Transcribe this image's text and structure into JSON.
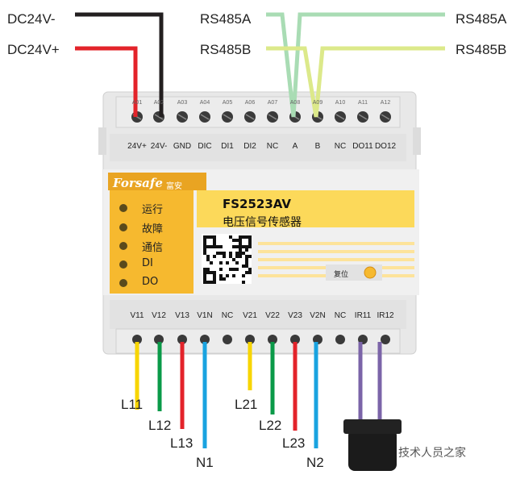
{
  "top_wires": {
    "dc24v_minus": "DC24V-",
    "dc24v_plus": "DC24V+",
    "rs485a_left": "RS485A",
    "rs485b_left": "RS485B",
    "rs485a_right": "RS485A",
    "rs485b_right": "RS485B"
  },
  "top_terminals": [
    {
      "id": "A01",
      "label": "24V+"
    },
    {
      "id": "A02",
      "label": "24V-"
    },
    {
      "id": "A03",
      "label": "GND"
    },
    {
      "id": "A04",
      "label": "DIC"
    },
    {
      "id": "A05",
      "label": "DI1"
    },
    {
      "id": "A06",
      "label": "DI2"
    },
    {
      "id": "A07",
      "label": "NC"
    },
    {
      "id": "A08",
      "label": "A"
    },
    {
      "id": "A09",
      "label": "B"
    },
    {
      "id": "A10",
      "label": "NC"
    },
    {
      "id": "A11",
      "label": "DO11"
    },
    {
      "id": "A12",
      "label": "DO12"
    }
  ],
  "panel": {
    "brand": "Forsafe",
    "brand_cn": "富安",
    "model": "FS2523AV",
    "description": "电压信号传感器",
    "reset_label": "复位"
  },
  "leds": [
    {
      "label": "运行"
    },
    {
      "label": "故障"
    },
    {
      "label": "通信"
    },
    {
      "label": "DI"
    },
    {
      "label": "DO"
    }
  ],
  "bottom_terminals": [
    {
      "label": "V11"
    },
    {
      "label": "V12"
    },
    {
      "label": "V13"
    },
    {
      "label": "V1N"
    },
    {
      "label": "NC"
    },
    {
      "label": "V21"
    },
    {
      "label": "V22"
    },
    {
      "label": "V23"
    },
    {
      "label": "V2N"
    },
    {
      "label": "NC"
    },
    {
      "label": "IR11"
    },
    {
      "label": "IR12"
    }
  ],
  "bottom_wires": [
    {
      "label": "L11"
    },
    {
      "label": "L12"
    },
    {
      "label": "L13"
    },
    {
      "label": "N1"
    },
    {
      "label": "L21"
    },
    {
      "label": "L22"
    },
    {
      "label": "L23"
    },
    {
      "label": "N2"
    }
  ],
  "watermark": "技术人员之家",
  "colors": {
    "black_wire": "#231f20",
    "red_wire": "#e3232a",
    "yellow_wire": "#f7d500",
    "green_wire": "#0a9a48",
    "blue_wire": "#19a3e0",
    "purple_wire": "#7b64a8",
    "rs485a_wire": "#a9dcb4",
    "rs485b_wire": "#dce98a",
    "housing": "#e9e9e9",
    "panel_yellow": "#f6b92f",
    "label_yellow": "#fcd95a"
  }
}
